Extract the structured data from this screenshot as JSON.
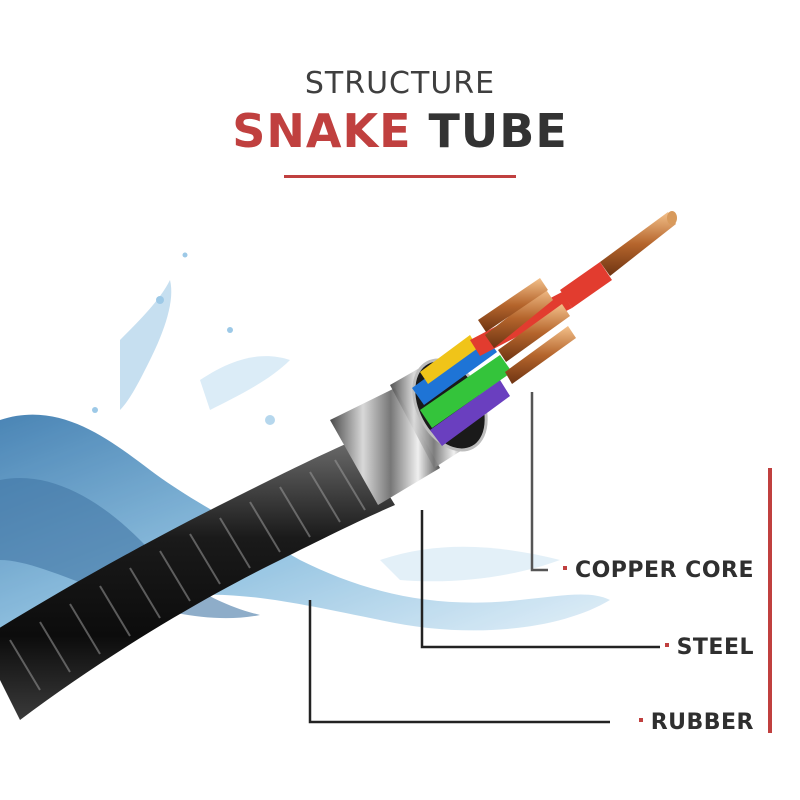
{
  "header": {
    "kicker": "STRUCTURE",
    "title_accent": "SNAKE",
    "title_main": "TUBE"
  },
  "callouts": [
    {
      "label": "COPPER CORE"
    },
    {
      "label": "STEEL"
    },
    {
      "label": "RUBBER"
    }
  ],
  "colors": {
    "accent": "#c0403f",
    "text": "#333333",
    "wire_colors": [
      "#e23c2f",
      "#f0c419",
      "#1e74d6",
      "#34c43b",
      "#6a3fbf"
    ]
  }
}
